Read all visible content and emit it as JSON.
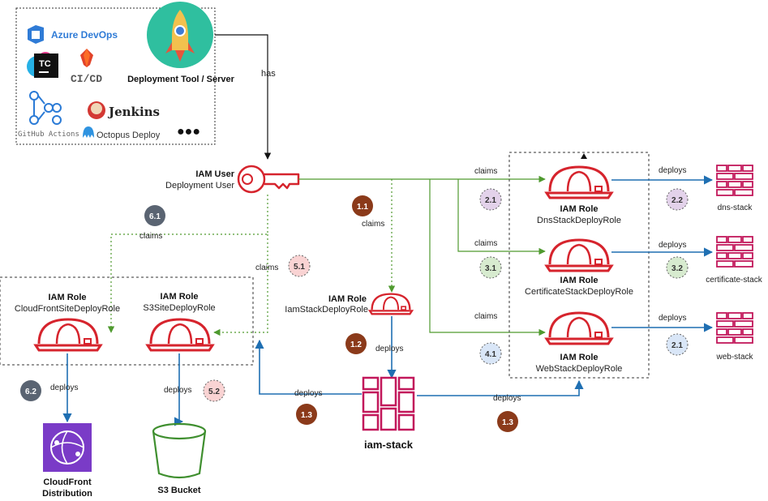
{
  "tool": {
    "label": "Deployment Tool / Server",
    "tools": [
      "Azure DevOps",
      "TC",
      "CI/CD",
      "GitHub Actions",
      "Jenkins",
      "Octopus Deploy",
      "●●●"
    ]
  },
  "user": {
    "title": "IAM User",
    "subtitle": "Deployment User"
  },
  "edges": {
    "has": "has",
    "claims": "claims",
    "deploys": "deploys"
  },
  "roles": {
    "dns": {
      "title": "IAM Role",
      "name": "DnsStackDeployRole"
    },
    "cert": {
      "title": "IAM Role",
      "name": "CertificateStackDeployRole"
    },
    "web": {
      "title": "IAM Role",
      "name": "WebStackDeployRole"
    },
    "iam": {
      "title": "IAM Role",
      "name": "IamStackDeployRole"
    },
    "cf": {
      "title": "IAM Role",
      "name": "CloudFrontSiteDeployRole"
    },
    "s3": {
      "title": "IAM Role",
      "name": "S3SiteDeployRole"
    }
  },
  "stacks": {
    "dns": "dns-stack",
    "cert": "certificate-stack",
    "web": "web-stack",
    "iam": "iam-stack"
  },
  "resources": {
    "cf": [
      "CloudFront",
      "Distribution"
    ],
    "s3": "S3 Bucket"
  },
  "badges": {
    "b11": "1.1",
    "b12": "1.2",
    "b13a": "1.3",
    "b13b": "1.3",
    "b21": "2.1",
    "b22": "2.2",
    "b31": "3.1",
    "b32": "3.2",
    "b41": "4.1",
    "bweb": "2.1",
    "b51": "5.1",
    "b52": "5.2",
    "b61": "6.1",
    "b62": "6.2"
  },
  "colors": {
    "role_red": "#d6242d",
    "stack_pink": "#c2185b",
    "arrow_blue": "#1f6fb2",
    "claims_green": "#4f9a2f",
    "badge_brown": "#8b3a1a",
    "badge_slate": "#5a6472",
    "badge_purple": "#e3d2ea",
    "badge_green": "#d7ebcf",
    "badge_blue": "#d9e6f7",
    "badge_pink": "#f9d3d3",
    "cloudfront_purple": "#7a3bc7",
    "s3_green": "#3f8f2f"
  }
}
